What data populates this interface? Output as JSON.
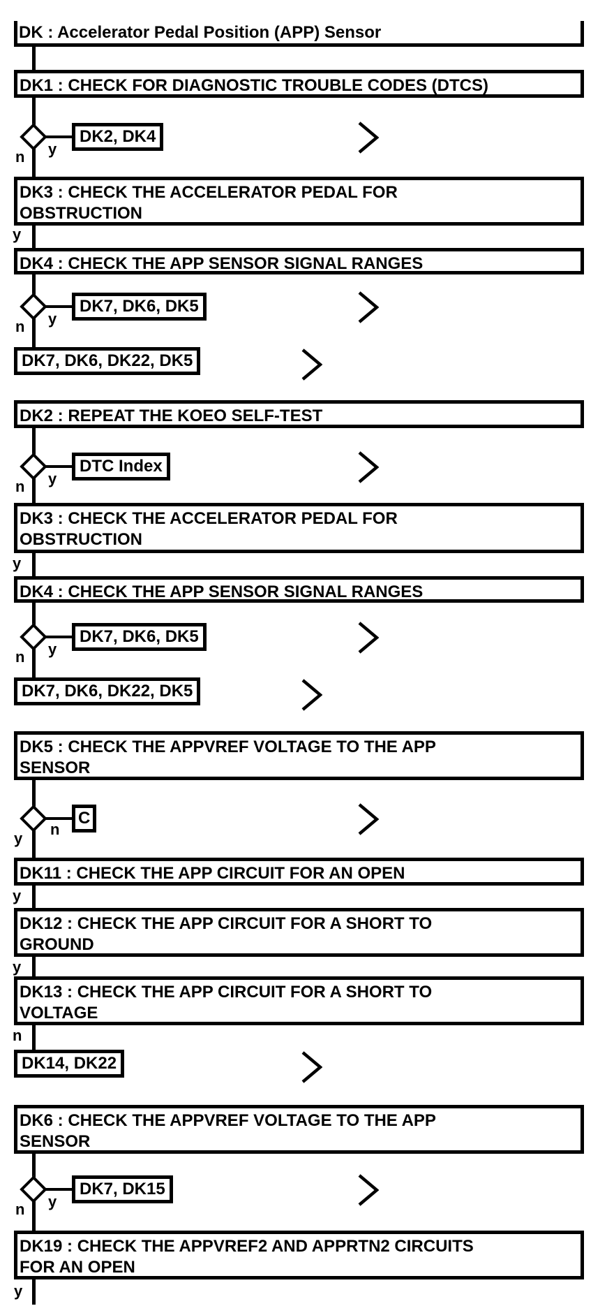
{
  "colors": {
    "ink": "#000000",
    "paper": "#ffffff"
  },
  "rows": [
    {
      "kind": "title",
      "text": "DK : Accelerator Pedal Position (APP) Sensor"
    },
    {
      "kind": "step",
      "id": "DK1",
      "lines": [
        "DK1 : CHECK FOR DIAGNOSTIC TROUBLE CODES (DTCS)"
      ]
    },
    {
      "kind": "decision",
      "ref": "DK2, DK4",
      "side_label": "y",
      "down_label": "n"
    },
    {
      "kind": "step",
      "id": "DK3",
      "lines": [
        "DK3 : CHECK THE ACCELERATOR PEDAL FOR",
        "OBSTRUCTION"
      ],
      "exit_label": "y"
    },
    {
      "kind": "step",
      "id": "DK4",
      "lines": [
        "DK4 : CHECK THE APP SENSOR SIGNAL RANGES"
      ]
    },
    {
      "kind": "decision",
      "ref": "DK7, DK6, DK5",
      "side_label": "y",
      "down_label": "n"
    },
    {
      "kind": "terminal",
      "ref": "DK7, DK6, DK22, DK5"
    },
    {
      "kind": "step",
      "id": "DK2",
      "lines": [
        "DK2 : REPEAT THE KOEO SELF-TEST"
      ]
    },
    {
      "kind": "decision",
      "ref": "DTC Index",
      "side_label": "y",
      "down_label": "n"
    },
    {
      "kind": "step",
      "id": "DK3",
      "lines": [
        "DK3 : CHECK THE ACCELERATOR PEDAL FOR",
        "OBSTRUCTION"
      ],
      "exit_label": "y"
    },
    {
      "kind": "step",
      "id": "DK4",
      "lines": [
        "DK4 : CHECK THE APP SENSOR SIGNAL RANGES"
      ]
    },
    {
      "kind": "decision",
      "ref": "DK7, DK6, DK5",
      "side_label": "y",
      "down_label": "n"
    },
    {
      "kind": "terminal",
      "ref": "DK7, DK6, DK22, DK5"
    },
    {
      "kind": "step",
      "id": "DK5",
      "lines": [
        "DK5 : CHECK THE APPVREF VOLTAGE TO THE APP",
        "SENSOR"
      ]
    },
    {
      "kind": "decision",
      "ref": "C",
      "side_label": "n",
      "down_label": "y"
    },
    {
      "kind": "step",
      "id": "DK11",
      "lines": [
        "DK11 : CHECK THE APP CIRCUIT FOR AN OPEN"
      ],
      "exit_label": "y"
    },
    {
      "kind": "step",
      "id": "DK12",
      "lines": [
        "DK12 : CHECK THE APP CIRCUIT FOR A SHORT TO",
        "GROUND"
      ],
      "exit_label": "y"
    },
    {
      "kind": "step",
      "id": "DK13",
      "lines": [
        "DK13 : CHECK THE APP CIRCUIT FOR A SHORT TO",
        "VOLTAGE"
      ],
      "exit_label": "n"
    },
    {
      "kind": "terminal",
      "ref": "DK14, DK22"
    },
    {
      "kind": "step",
      "id": "DK6",
      "lines": [
        "DK6 : CHECK THE APPVREF VOLTAGE TO THE APP",
        "SENSOR"
      ]
    },
    {
      "kind": "decision",
      "ref": "DK7, DK15",
      "side_label": "y",
      "down_label": "n"
    },
    {
      "kind": "step",
      "id": "DK19",
      "lines": [
        "DK19 : CHECK THE APPVREF2 AND APPRTN2 CIRCUITS",
        "FOR AN OPEN"
      ],
      "exit_label": "y"
    }
  ]
}
